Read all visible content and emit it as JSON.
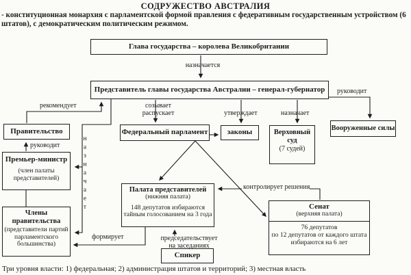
{
  "title": "СОДРУЖЕСТВО АВСТРАЛИЯ",
  "subtitle": "- конституционная монархия с парламентской формой правления с федеративным государственным устройством (6 штатов), с демократическим политическим режимом.",
  "footnote": "Три уровня власти: 1) федеральная; 2) администрация штатов и территорий; 3) местная власть",
  "colors": {
    "ink": "#1c1c1c",
    "paper": "#fbfbf8"
  },
  "boxes": {
    "head_of_state": {
      "title": "Глава государства – королева Великобритании"
    },
    "governor_general": {
      "title": "Представитель главы государства Австралии – генерал-губернатор"
    },
    "government": {
      "title": "Правительство"
    },
    "prime_minister": {
      "title": "Премьер-министр",
      "subtitle": "(член палаты представителей)"
    },
    "cabinet_members": {
      "title": "Члены правительства",
      "subtitle": "(представители партий парламентского большинства)"
    },
    "federal_parliament": {
      "title": "Федеральный парламент"
    },
    "laws": {
      "title": "законы"
    },
    "supreme_court": {
      "title": "Верховный суд",
      "subtitle": "(7 судей)"
    },
    "armed_forces": {
      "title": "Вооруженные силы"
    },
    "house_of_representatives": {
      "title": "Палата представителей",
      "subtitle": "(нижняя палата)",
      "details_line1": "148 депутатов избираются",
      "details_line2": "тайным голосованием на 3 года"
    },
    "senate": {
      "title": "Сенат",
      "subtitle": "(верхняя палата)",
      "details_line1": "76 депутатов",
      "details_line2": "по 12 депутатов от каждого штата",
      "details_line3": "избираются на 6 лет"
    },
    "speaker": {
      "title": "Спикер"
    }
  },
  "edge_labels": {
    "appointed": "назначается",
    "recommends": "рекомендует",
    "directs_government": "руководит",
    "appoints_vertical": "назначает",
    "convenes": "созывает",
    "dissolves": "распускает",
    "approves": "утверждает",
    "appoints_court": "назначает",
    "directs_armed_forces": "руководит",
    "controls_decisions": "контролирует решения",
    "forms": "формирует",
    "chairs_line1": "председательствует",
    "chairs_line2": "на заседаниях"
  }
}
